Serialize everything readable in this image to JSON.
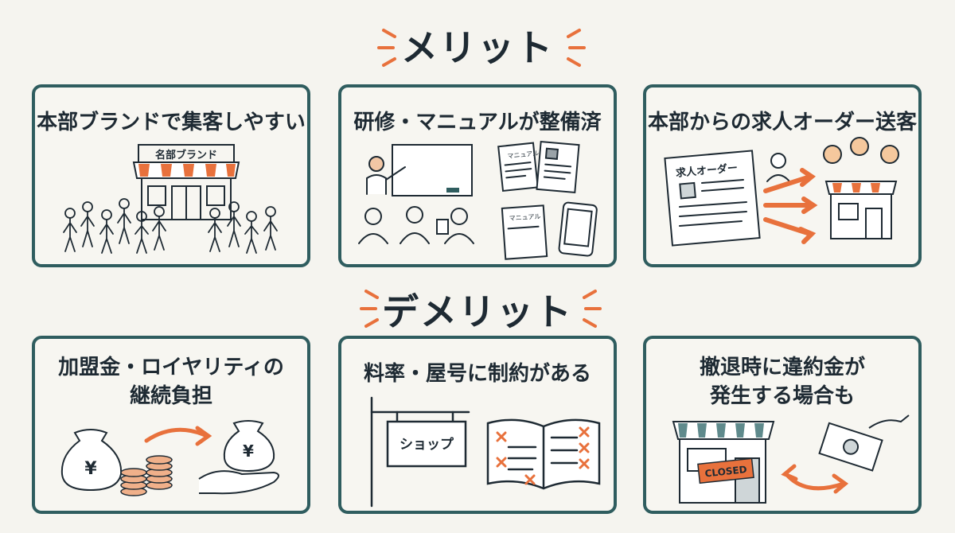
{
  "merit": {
    "title": "メリット",
    "cards": [
      {
        "heading": "本部ブランドで集客しやすい",
        "sign": "名部ブランド"
      },
      {
        "heading": "研修・マニュアルが整備済",
        "manual1": "マニュアル",
        "manual2": "マニュアル"
      },
      {
        "heading": "本部からの求人オーダー送客",
        "order_label": "求人オーダー"
      }
    ]
  },
  "demerit": {
    "title": "デメリット",
    "cards": [
      {
        "heading_line1": "加盟金・ロイヤリティの",
        "heading_line2": "継続負担",
        "bag_symbol": "¥"
      },
      {
        "heading": "料率・屋号に制約がある",
        "shop_sign": "ショップ"
      },
      {
        "heading_line1": "撤退時に違約金が",
        "heading_line2": "発生する場合も",
        "closed_sign": "CLOSED"
      }
    ]
  },
  "colors": {
    "accent": "#e8713c",
    "frame": "#2f5d5f",
    "ink": "#1e2a33",
    "background": "#f5f4ef"
  }
}
